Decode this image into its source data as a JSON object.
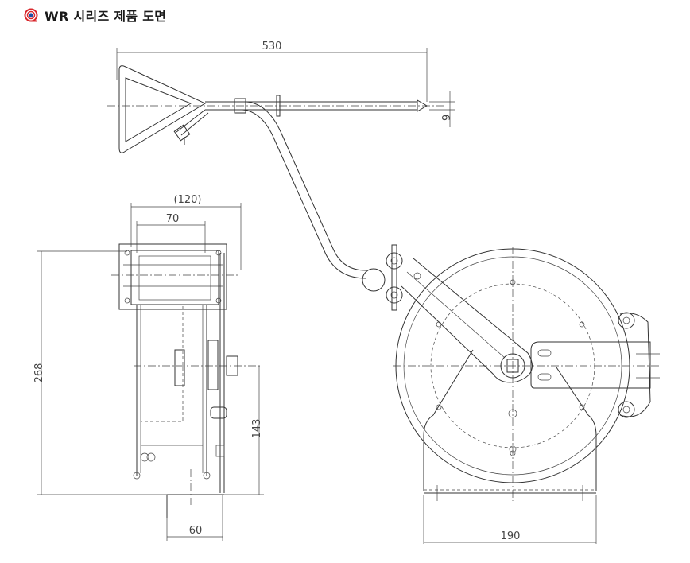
{
  "header": {
    "title": "WR 시리즈 제품 도면",
    "icon": "reel-logo-icon",
    "accent": "#d9262b",
    "accent2": "#1f4fa3"
  },
  "dimensions": {
    "nozzle_length": "530",
    "nozzle_offset": "9",
    "side_width": "(120)",
    "side_inner": "70",
    "height": "268",
    "axle_height": "143",
    "base_depth": "60",
    "base_width": "190"
  }
}
